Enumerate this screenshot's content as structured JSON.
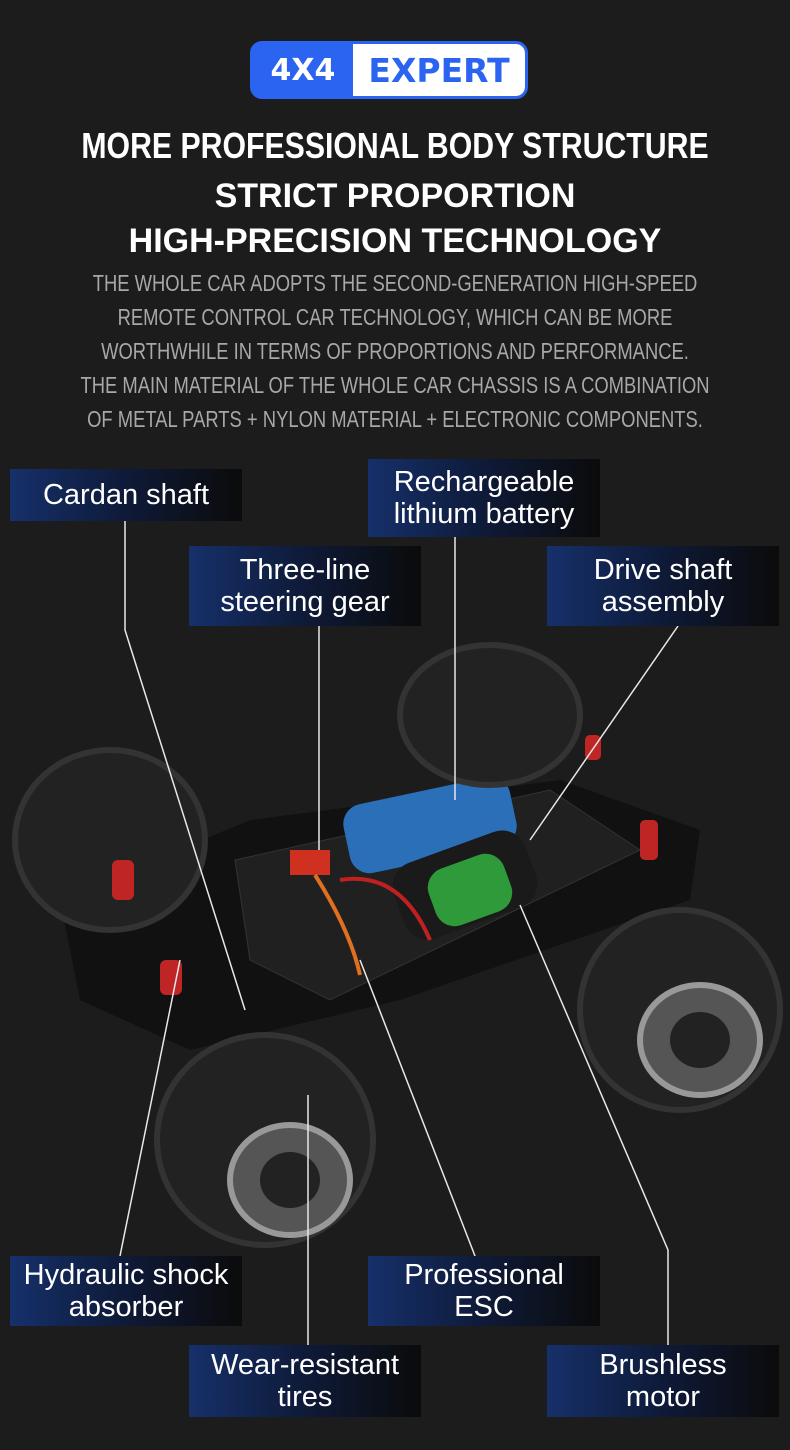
{
  "badge": {
    "left": "4X4",
    "right": "EXPERT"
  },
  "headline": [
    "MORE PROFESSIONAL BODY STRUCTURE",
    "STRICT PROPORTION",
    "HIGH-PRECISION TECHNOLOGY"
  ],
  "description": [
    "THE WHOLE CAR ADOPTS THE SECOND-GENERATION HIGH-SPEED",
    "REMOTE CONTROL CAR TECHNOLOGY, WHICH CAN BE MORE",
    "WORTHWHILE IN TERMS OF PROPORTIONS AND PERFORMANCE.",
    "THE MAIN MATERIAL OF THE WHOLE CAR CHASSIS IS A COMBINATION",
    "OF METAL PARTS + NYLON MATERIAL + ELECTRONIC COMPONENTS."
  ],
  "labels": {
    "cardan": "Cardan shaft",
    "battery": "Rechargeable\nlithium battery",
    "steering": "Three-line\nsteering gear",
    "drive": "Drive shaft\nassembly",
    "shock": "Hydraulic shock\nabsorber",
    "esc": "Professional\nESC",
    "tires": "Wear-resistant\ntires",
    "motor": "Brushless\nmotor"
  },
  "colors": {
    "accent": "#2a64f0",
    "background": "#1c1c1c"
  }
}
